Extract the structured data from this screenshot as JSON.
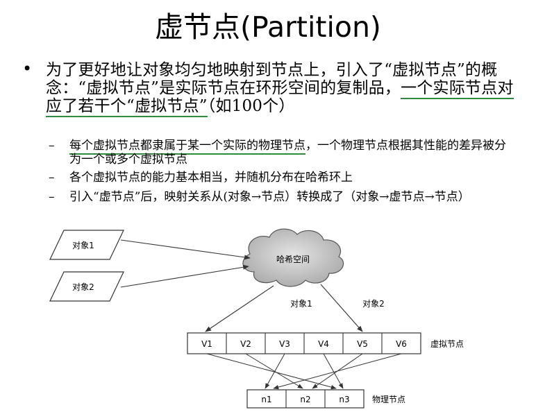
{
  "title": "虚节点(Partition)",
  "bullet": {
    "part1": "为了更好地让对象均匀地映射到节点上，引入了“虚拟节点”的概念：“虚拟节点”是实际节点在环形空间的复制品，",
    "part2_underlined": "一个实际节点对应了若干个“虚拟节点”",
    "part3": "（如100个）"
  },
  "sub_items": [
    {
      "underlined": "每个虚拟节点都隶属于某一个实际的物理节点",
      "rest": "，一个物理节点根据其性能的差异被分为一个或多个虚拟节点"
    },
    {
      "underlined": "",
      "rest": "各个虚拟节点的能力基本相当，并随机分布在哈希环上"
    },
    {
      "underlined": "",
      "rest": "引入“虚节点”后，映射关系从(对象→节点）转换成了（对象→虚节点→节点）"
    }
  ],
  "sub_dash": "–",
  "diagram": {
    "objects": [
      "对象1",
      "对象2"
    ],
    "cloud_label": "哈希空间",
    "arrow_labels": [
      "对象1",
      "对象2"
    ],
    "virtual_nodes": [
      "V1",
      "V2",
      "V3",
      "V4",
      "V5",
      "V6"
    ],
    "virtual_label": "虚拟节点",
    "physical_nodes": [
      "n1",
      "n2",
      "n3"
    ],
    "physical_label": "物理节点"
  }
}
